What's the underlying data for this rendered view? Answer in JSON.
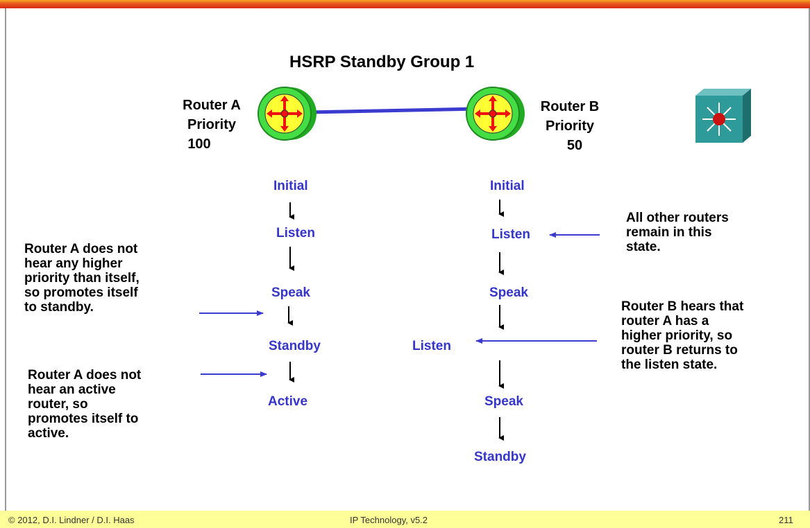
{
  "title": "HSRP Standby Group 1",
  "router_a": {
    "name": "Router A",
    "priority_label": "Priority",
    "priority": "100"
  },
  "router_b": {
    "name": "Router B",
    "priority_label": "Priority",
    "priority": "50"
  },
  "router_a_states": [
    "Initial",
    "Listen",
    "Speak",
    "Standby",
    "Active"
  ],
  "router_b_states": [
    "Initial",
    "Listen",
    "Speak",
    "Listen",
    "Speak",
    "Standby"
  ],
  "annotations": {
    "a_standby": [
      "Router A does not",
      "hear any higher",
      "priority than itself,",
      "so promotes itself",
      "to standby."
    ],
    "a_active": [
      "Router A does not",
      "hear an active",
      "router, so",
      "promotes itself to",
      "active."
    ],
    "b_listen": [
      "All other routers",
      "remain in this",
      "state."
    ],
    "b_return": [
      "Router B hears that",
      "router A has a",
      "higher priority, so",
      "router B returns to",
      "the listen state."
    ]
  },
  "footer": {
    "left": "© 2012, D.I. Lindner / D.I. Haas",
    "center": "IP Technology, v5.2",
    "page": "211"
  },
  "colors": {
    "state_text": "#3535c9",
    "link": "#3b3bd0",
    "footer_bg": "#ffff99"
  }
}
